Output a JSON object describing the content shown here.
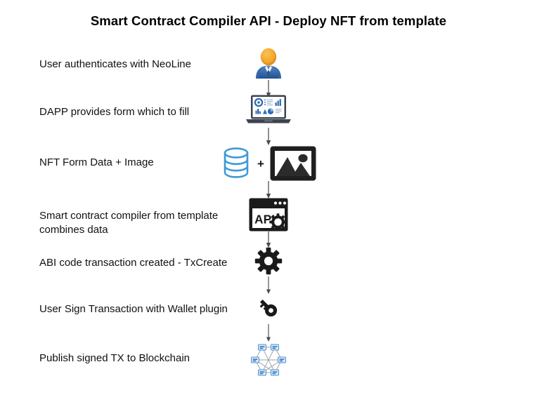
{
  "slide": {
    "title": "Smart Contract Compiler API - Deploy NFT from template",
    "background_color": "#ffffff",
    "text_color": "#111111"
  },
  "colors": {
    "accent_blue": "#3d9ad6",
    "avatar_head": "#efa02a",
    "avatar_body": "#2e5f9e",
    "node_blue": "#4a90d9",
    "arrow_gray": "#767676",
    "icon_black": "#1a1a1a"
  },
  "steps": [
    {
      "index": 1,
      "label": "User authenticates with NeoLine",
      "icon": "user-avatar-icon",
      "has_arrow_below": true
    },
    {
      "index": 2,
      "label": "DAPP provides form which to fill",
      "icon": "laptop-dashboard-icon",
      "has_arrow_below": true
    },
    {
      "index": 3,
      "label": "NFT Form Data + Image",
      "icon": "database-plus-image-icon",
      "plus_symbol": "+",
      "has_arrow_below": true
    },
    {
      "index": 4,
      "label": "Smart contract compiler from template combines data",
      "icon": "api-window-icon",
      "icon_text": "API",
      "has_arrow_below": true
    },
    {
      "index": 5,
      "label": "ABI code transaction created - TxCreate",
      "icon": "gear-icon",
      "has_arrow_below": true
    },
    {
      "index": 6,
      "label": "User Sign Transaction with Wallet plugin",
      "icon": "key-icon",
      "has_arrow_below": true
    },
    {
      "index": 7,
      "label": "Publish signed TX to Blockchain",
      "icon": "blockchain-network-icon",
      "has_arrow_below": false
    }
  ]
}
